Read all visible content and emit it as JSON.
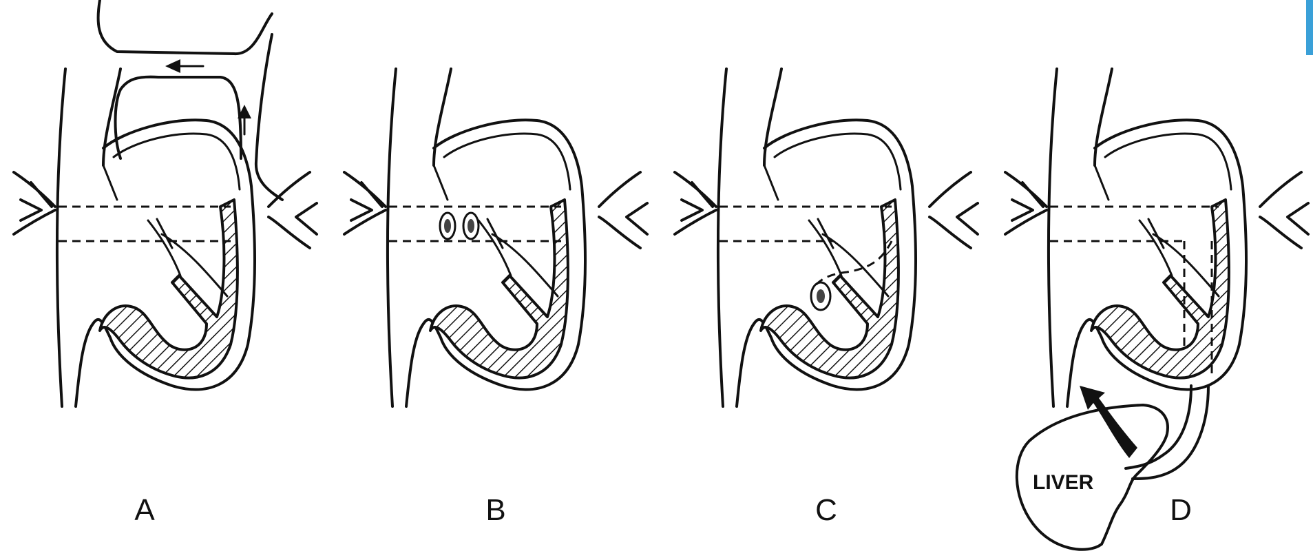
{
  "panels": [
    {
      "label": "A"
    },
    {
      "label": "B"
    },
    {
      "label": "C"
    },
    {
      "label": "D"
    }
  ],
  "annotations": {
    "liver": "LIVER"
  },
  "colors": {
    "line": "#111111",
    "background": "#ffffff",
    "edge_accent": "#3aa0d8"
  }
}
